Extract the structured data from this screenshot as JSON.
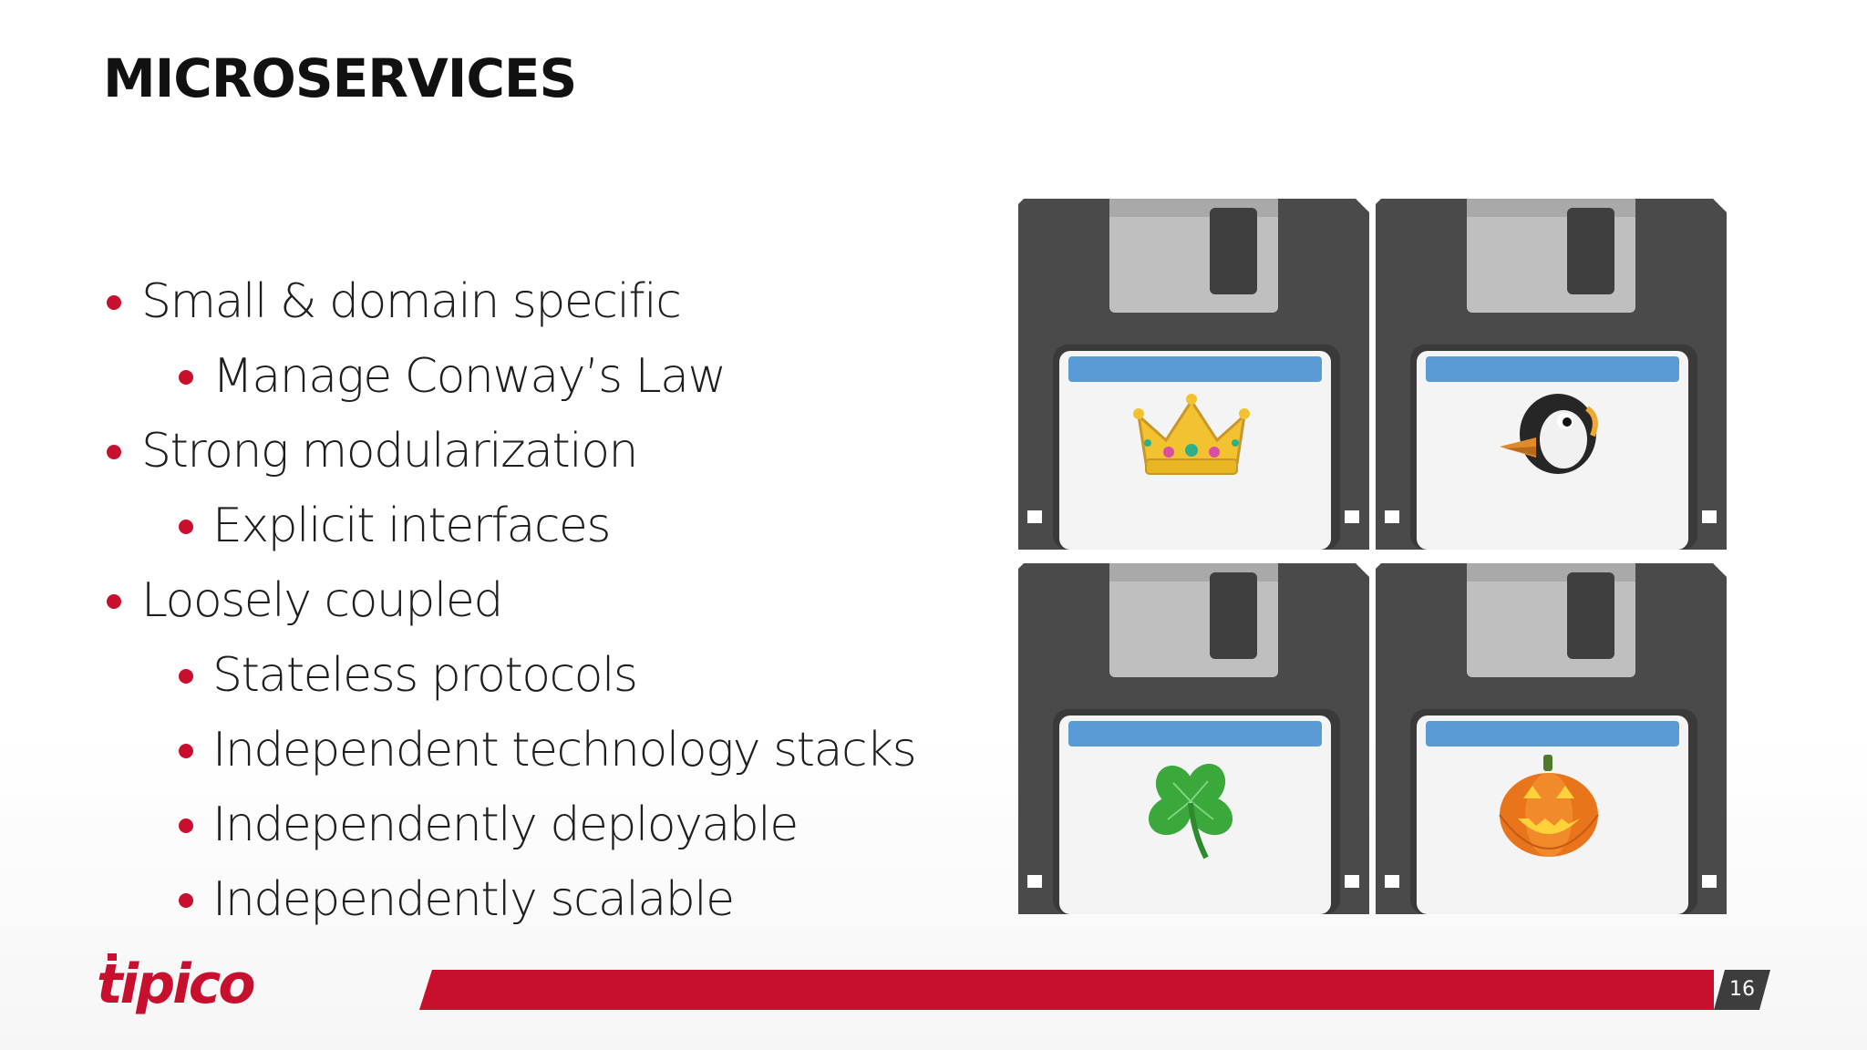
{
  "title": "MICROSERVICES",
  "bullets": [
    {
      "level": 1,
      "text": "Small & domain specific"
    },
    {
      "level": 2,
      "text": "Manage Conway’s Law"
    },
    {
      "level": 1,
      "text": "Strong modularization"
    },
    {
      "level": 2,
      "text": "Explicit interfaces"
    },
    {
      "level": 1,
      "text": "Loosely coupled"
    },
    {
      "level": 2,
      "text": "Stateless protocols"
    },
    {
      "level": 2,
      "text": "Independent technology stacks"
    },
    {
      "level": 2,
      "text": "Independently deployable"
    },
    {
      "level": 2,
      "text": "Independently scalable"
    }
  ],
  "disks": [
    {
      "emoji_icon": "crown-icon"
    },
    {
      "emoji_icon": "penguin-icon"
    },
    {
      "emoji_icon": "four-leaf-clover-icon"
    },
    {
      "emoji_icon": "jack-o-lantern-icon"
    }
  ],
  "footer": {
    "logo_text": "tipico",
    "page_number": "16"
  },
  "colors": {
    "accent": "#c8102e",
    "disk_body": "#4a4a4a",
    "label_stripe": "#5b9bd5",
    "page_box": "#3d3d3d"
  }
}
